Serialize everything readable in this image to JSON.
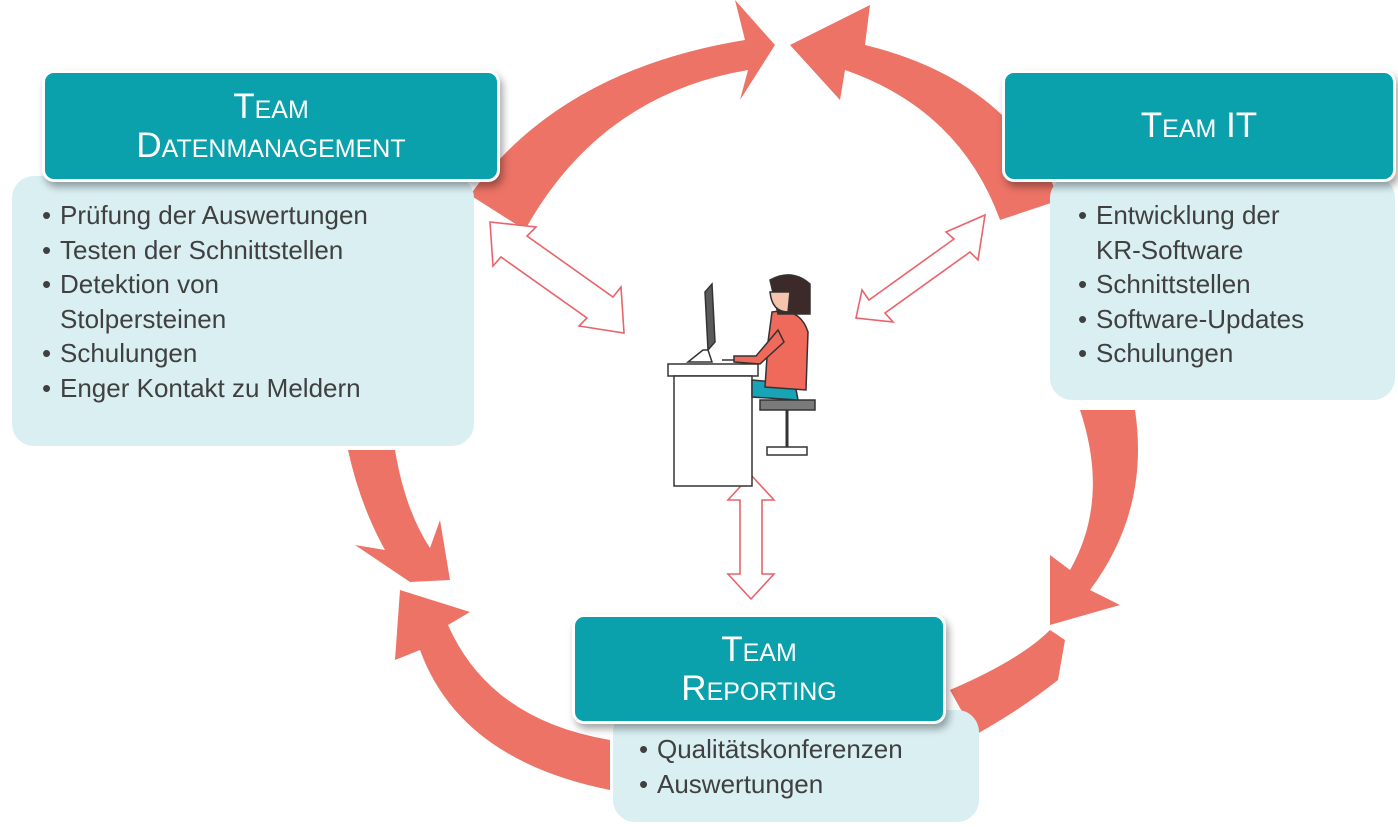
{
  "teams": {
    "datenmanagement": {
      "title_line1": "Team",
      "title_line2": "Datenmanagement",
      "items": [
        "Prüfung der Auswertungen",
        "Testen der Schnittstellen",
        "Detektion von Stolpersteinen",
        "Schulungen",
        "Enger Kontakt zu Meldern"
      ]
    },
    "it": {
      "title_line1": "Team IT",
      "items": [
        "Entwicklung der KR-Software",
        "Schnittstellen",
        "Software-Updates",
        "Schulungen"
      ]
    },
    "reporting": {
      "title_line1": "Team",
      "title_line2": "Reporting",
      "items": [
        "Qualitätskonferenzen",
        "Auswertungen"
      ]
    }
  },
  "center_icon": "person-at-computer-icon",
  "colors": {
    "cycle_arrow": "#ec7366",
    "title_box": "#0aa1ad",
    "info_box": "#d9eff2",
    "double_arrow_stroke": "#e8646a",
    "text": "#404040"
  }
}
